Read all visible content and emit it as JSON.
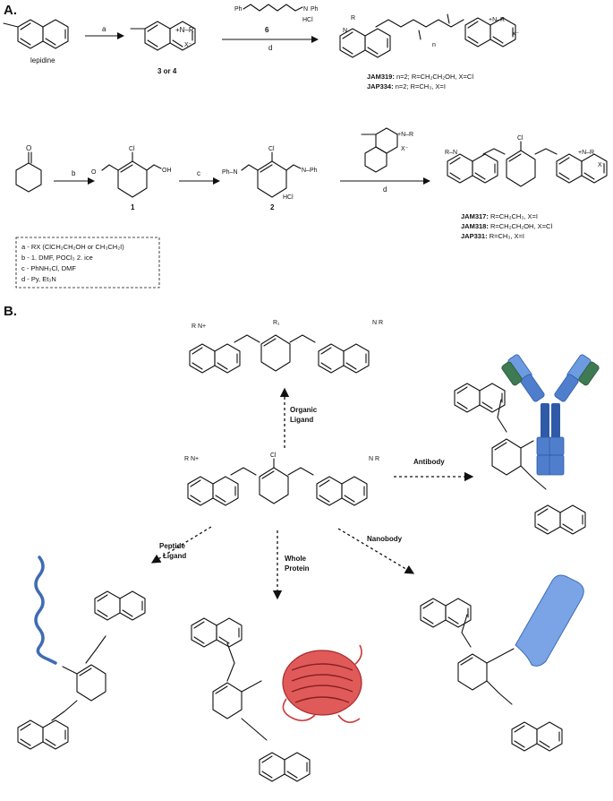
{
  "panelA": {
    "label": "A.",
    "lepidine": "lepidine",
    "compound_3_4": "3 or 4",
    "reagent_6": "6",
    "hcl": "HCl",
    "ph_left": "Ph",
    "ph_right": "Ph",
    "nh": "N",
    "step_a": "a",
    "step_b": "b",
    "step_c": "c",
    "step_d1": "d",
    "step_d2": "d",
    "cmpd_1": "1",
    "cmpd_2": "2",
    "oh": "OH",
    "o_ketone": "O",
    "cl": "Cl",
    "n_label": "N",
    "r_label": "R",
    "x_minus": "X⁻",
    "n_sub": "n",
    "products_top": [
      {
        "name": "JAM319:",
        "desc": " n=2; R=CH₂CH₂OH, X=Cl"
      },
      {
        "name": "JAP334:",
        "desc": " n=2; R=CH₃, X=I"
      }
    ],
    "products_bottom": [
      {
        "name": "JAM317:",
        "desc": " R=CH₂CH₃, X=I"
      },
      {
        "name": "JAM318:",
        "desc": " R=CH₂CH₂OH, X=Cl"
      },
      {
        "name": "JAP331:",
        "desc": " R=CH₃, X=I"
      }
    ],
    "legend": [
      "a - RX (ClCH₂CH₂OH or CH₃CH₂I)",
      "b - 1. DMF, POCl₃  2. ice",
      "c - PhNH₃Cl, DMF",
      "d - Py, Et₃N"
    ]
  },
  "panelB": {
    "label": "B.",
    "center_cl": "Cl",
    "top_r1": "R₁",
    "arrows": {
      "organic": [
        "Organic",
        "Ligand"
      ],
      "antibody": [
        "Antibody"
      ],
      "peptide": [
        "Peptide",
        "Ligand"
      ],
      "whole": [
        "Whole",
        "Protein"
      ],
      "nanobody": [
        "Nanobody"
      ]
    },
    "colors": {
      "antibody_light": "#5b8fd9",
      "antibody_dark": "#2f5aa8",
      "antibody_green": "#3e7a52",
      "peptide": "#3f6cb3",
      "protein": "#d84a4a",
      "nanobody": "#7aa4e6"
    }
  }
}
